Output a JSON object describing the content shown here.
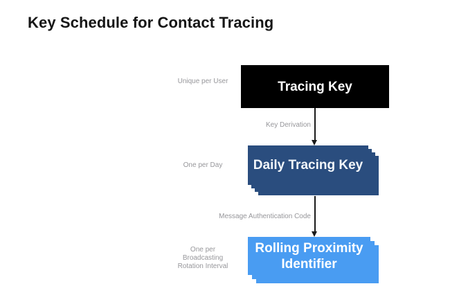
{
  "page": {
    "title": "Key Schedule for Contact Tracing",
    "background": "#FFFFFF"
  },
  "diagram": {
    "nodes": [
      {
        "id": "tracing-key",
        "label": "Tracing Key",
        "side_label": "Unique per User",
        "color": "#000000",
        "text_color": "#FFFFFF",
        "stack_count": 1
      },
      {
        "id": "daily-tracing-key",
        "label": "Daily Tracing Key",
        "side_label": "One per Day",
        "color": "#2A4D7E",
        "text_color": "#F2F6FA",
        "stack_count": 4
      },
      {
        "id": "rolling-proximity-identifier",
        "label": "Rolling Proximity Identifier",
        "side_label": "One per\nBroadcasting\nRotation Interval",
        "color": "#499CF2",
        "text_color": "#FFFFFF",
        "stack_count": 3
      }
    ],
    "arrows": [
      {
        "from": "tracing-key",
        "to": "daily-tracing-key",
        "label": "Key Derivation"
      },
      {
        "from": "daily-tracing-key",
        "to": "rolling-proximity-identifier",
        "label": "Message Authentication Code"
      }
    ],
    "colors": {
      "side_label_gray": "#96969A",
      "arrow": "#1A1A1A"
    }
  }
}
